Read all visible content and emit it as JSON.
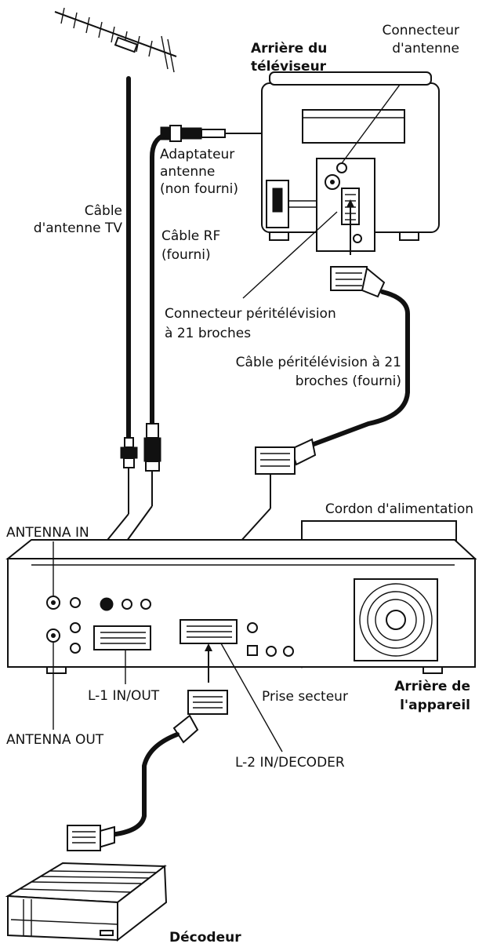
{
  "labels": {
    "tv_back": [
      "Arrière du",
      "téléviseur"
    ],
    "antenna_connector": [
      "Connecteur",
      "d'antenne"
    ],
    "antenna_adapter": [
      "Adaptateur",
      "antenne",
      "(non fourni)"
    ],
    "tv_antenna_cable": [
      "Câble",
      "d'antenne TV"
    ],
    "rf_cable": [
      "Câble RF",
      "(fourni)"
    ],
    "scart_connector": [
      "Connecteur péritélévision",
      "à 21 broches"
    ],
    "scart_cable": [
      "Câble péritélévision à 21",
      "broches (fourni)"
    ],
    "power_cord": "Cordon d'alimentation",
    "antenna_in": "ANTENNA IN",
    "antenna_out": "ANTENNA OUT",
    "l1": "L-1 IN/OUT",
    "mains_socket": "Prise secteur",
    "unit_back": [
      "Arrière de",
      "l'appareil"
    ],
    "l2": "L-2 IN/DECODER",
    "decoder": "Décodeur"
  },
  "colors": {
    "ink": "#111111",
    "background": "#ffffff"
  }
}
